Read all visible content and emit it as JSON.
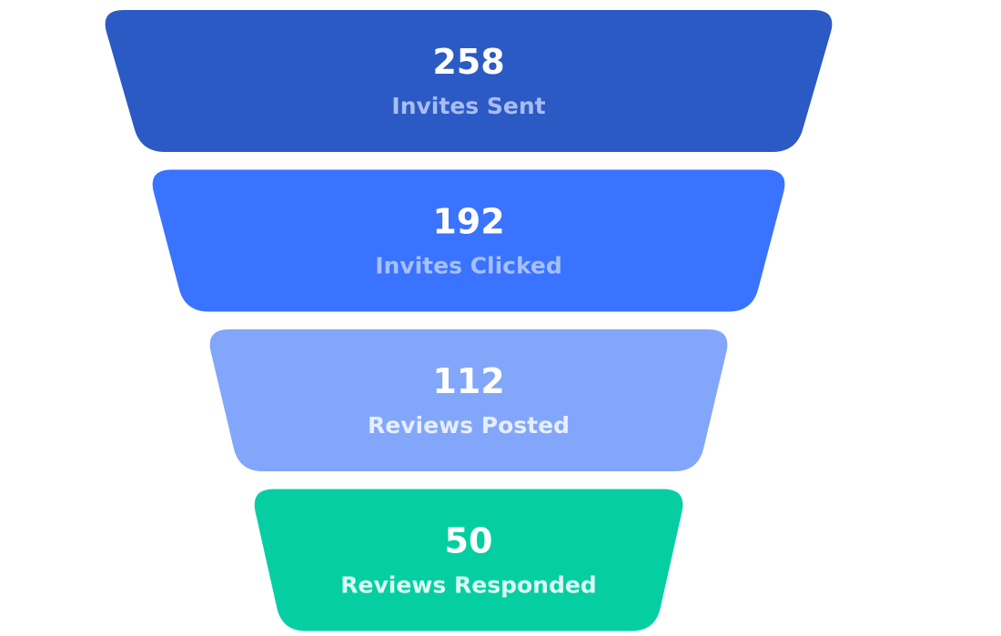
{
  "chart_data": {
    "type": "funnel",
    "title": "",
    "stages": [
      {
        "label": "Invites Sent",
        "value": 258,
        "color": "#2c5ac4",
        "label_color": "#a9bdf2"
      },
      {
        "label": "Invites Clicked",
        "value": 192,
        "color": "#3a73ff",
        "label_color": "#a6c0ff"
      },
      {
        "label": "Reviews Posted",
        "value": 112,
        "color": "#82a6fa",
        "label_color": "#e6eeff"
      },
      {
        "label": "Reviews Responded",
        "value": 50,
        "color": "#05cfa2",
        "label_color": "#dcfaf2"
      }
    ]
  }
}
